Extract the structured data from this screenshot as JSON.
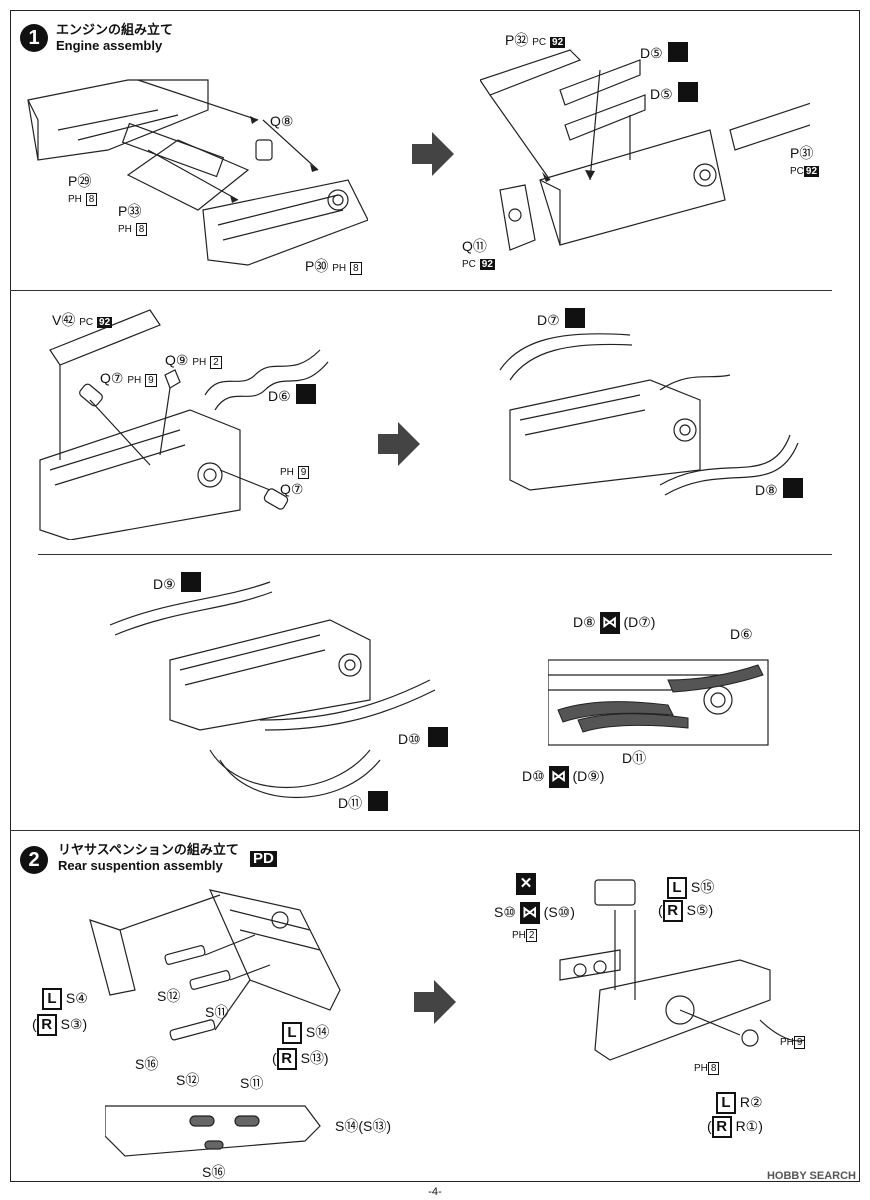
{
  "step1": {
    "number": "1",
    "title_jp": "エンジンの組み立て",
    "title_en": "Engine assembly"
  },
  "step2": {
    "number": "2",
    "title_jp": "リヤサスペンションの組み立て",
    "title_en": "Rear suspention assembly",
    "badge": "PD"
  },
  "labels": {
    "q8": "Q⑧",
    "p29": "P㉙",
    "p29_sub": "PH",
    "p29_num": "8",
    "p33": "P㉝",
    "p33_sub": "PH",
    "p33_num": "8",
    "p30": "P㉚",
    "p30_sub": "PH",
    "p30_num": "8",
    "p32": "P㉜",
    "p32_sub": "PC",
    "p32_num": "92",
    "d5a": "D⑤",
    "d5b": "D⑤",
    "p31": "P㉛",
    "p31_sub": "PC",
    "p31_num": "92",
    "q11": "Q⑪",
    "q11_sub": "PC",
    "q11_num": "92",
    "v42": "V㊷",
    "v42_sub": "PC",
    "v42_num": "92",
    "q9": "Q⑨",
    "q9_sub": "PH",
    "q9_num": "2",
    "q7a": "Q⑦",
    "q7a_sub": "PH",
    "q7a_num": "9",
    "d6": "D⑥",
    "q7b_sub": "PH",
    "q7b_num": "9",
    "q7b": "Q⑦",
    "d7": "D⑦",
    "d8": "D⑧",
    "d9": "D⑨",
    "d10": "D⑩",
    "d11": "D⑪",
    "r_d8": "D⑧",
    "r_d7": "(D⑦)",
    "r_d6": "D⑥",
    "r_d11": "D⑪",
    "r_d10": "D⑩",
    "r_d9": "(D⑨)",
    "s4": "S④",
    "s3": "S③",
    "s12": "S⑫",
    "s11": "S⑪",
    "s14": "S⑭",
    "s13": "S⑬",
    "s16": "S⑯",
    "b_s12": "S⑫",
    "b_s11": "S⑪",
    "b_s14": "S⑭(S⑬)",
    "b_s16": "S⑯",
    "s15": "S⑮",
    "s5": "S⑤",
    "s10": "S⑩",
    "s10b": "(S⑩)",
    "ph2_sub": "PH",
    "ph2_num": "2",
    "ph9_sub": "PH",
    "ph9_num": "9",
    "ph8_sub": "PH",
    "ph8_num": "8",
    "r2": "R②",
    "r1": "R①",
    "L": "L",
    "R": "R",
    "open_paren": "(",
    "close_paren": ")"
  },
  "footer": {
    "page": "-4-",
    "watermark": "HOBBY SEARCH"
  }
}
